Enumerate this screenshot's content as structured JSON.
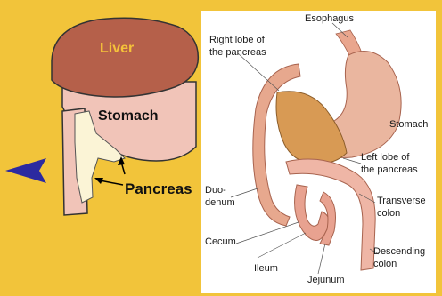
{
  "left_diagram": {
    "liver_label": "Liver",
    "stomach_label": "Stomach",
    "pancreas_label": "Pancreas",
    "colors": {
      "background": "#f2c43a",
      "liver": "#b5604a",
      "stomach": "#f1c4b8",
      "pancreas": "#fbf4d6",
      "liver_text": "#f5c23a",
      "arrow": "#2c2aa0"
    }
  },
  "right_diagram": {
    "labels": {
      "esophagus": "Esophagus",
      "right_lobe_1": "Right lobe of",
      "right_lobe_2": "the pancreas",
      "stomach": "Stomach",
      "left_lobe_1": "Left lobe of",
      "left_lobe_2": "the pancreas",
      "duodenum_1": "Duo-",
      "duodenum_2": "denum",
      "transverse_1": "Transverse",
      "transverse_2": "colon",
      "cecum": "Cecum",
      "ileum": "Ileum",
      "jejunum": "Jejunum",
      "descending_1": "Descending",
      "descending_2": "colon"
    }
  }
}
